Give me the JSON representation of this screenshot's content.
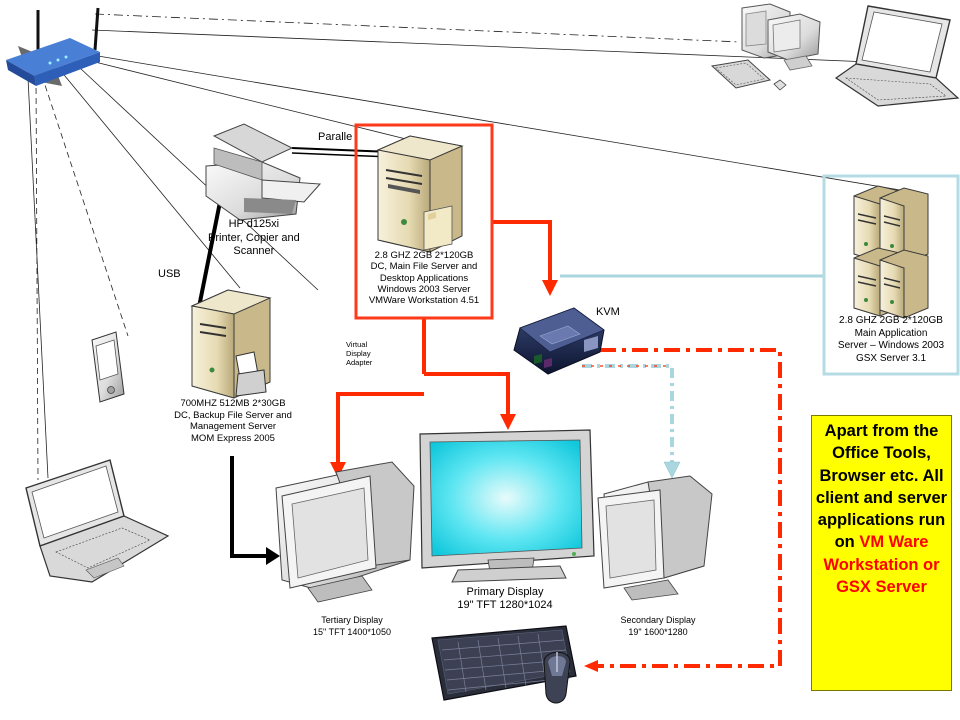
{
  "labels": {
    "parallel": "Paralle",
    "printer": [
      "HP d125xi",
      "Printer, Copier and",
      "Scanner"
    ],
    "usb": "USB",
    "main_server": [
      "2.8 GHZ 2GB 2*120GB",
      "DC, Main File Server and",
      "Desktop Applications",
      "Windows 2003 Server",
      "VMWare Workstation 4.51"
    ],
    "kvm": "KVM",
    "app_server": [
      "2.8 GHZ 2GB 2*120GB",
      "Main Application",
      "Server – Windows 2003",
      "GSX Server 3.1"
    ],
    "virtual_adapter": [
      "Virtual",
      "Display",
      "Adapter"
    ],
    "backup_server": [
      "700MHZ 512MB 2*30GB",
      "DC, Backup File Server and",
      "Management Server",
      "MOM Express 2005"
    ],
    "primary_display": [
      "Primary Display",
      "19\" TFT 1280*1024"
    ],
    "tertiary_display": [
      "Tertiary Display",
      "15\" TFT 1400*1050"
    ],
    "secondary_display": [
      "Secondary Display",
      "19\" 1600*1280"
    ]
  },
  "note": {
    "plain": "Apart from the Office Tools, Browser etc. All client and server applications run on",
    "highlight": "VM Ware Workstation or GSX Server"
  },
  "colors": {
    "connection_red": "#ff2a00",
    "connection_lightblue": "#a9d6df",
    "note_background": "#ffff00",
    "note_highlight": "#ff0000"
  },
  "icons": [
    "wireless-router-icon",
    "desktop-pc-icon",
    "laptop-icon",
    "printer-icon",
    "server-tower-icon",
    "server-rack-icon",
    "kvm-switch-icon",
    "pda-icon",
    "crt-monitor-icon",
    "lcd-monitor-icon",
    "keyboard-icon",
    "mouse-icon"
  ]
}
